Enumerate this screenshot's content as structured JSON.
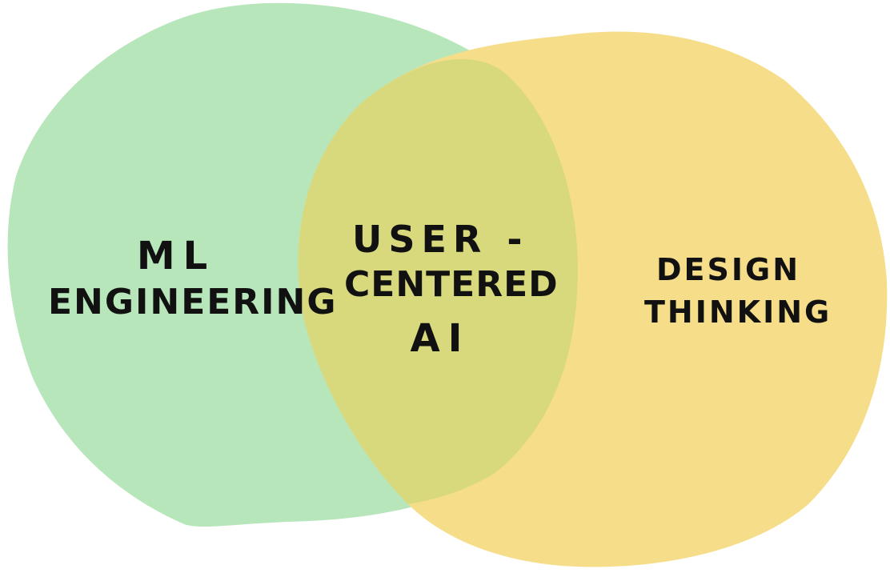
{
  "diagram": {
    "type": "venn",
    "sets": [
      {
        "id": "left",
        "lines": [
          "ML",
          "ENGINEERING"
        ],
        "color": "#b8e6bb"
      },
      {
        "id": "right",
        "lines": [
          "DESIGN",
          "THINKING"
        ],
        "color": "#f6dd8a"
      }
    ],
    "intersection": {
      "lines": [
        "USER -",
        "CENTERED",
        "AI"
      ],
      "color": "#d8d87c"
    }
  }
}
